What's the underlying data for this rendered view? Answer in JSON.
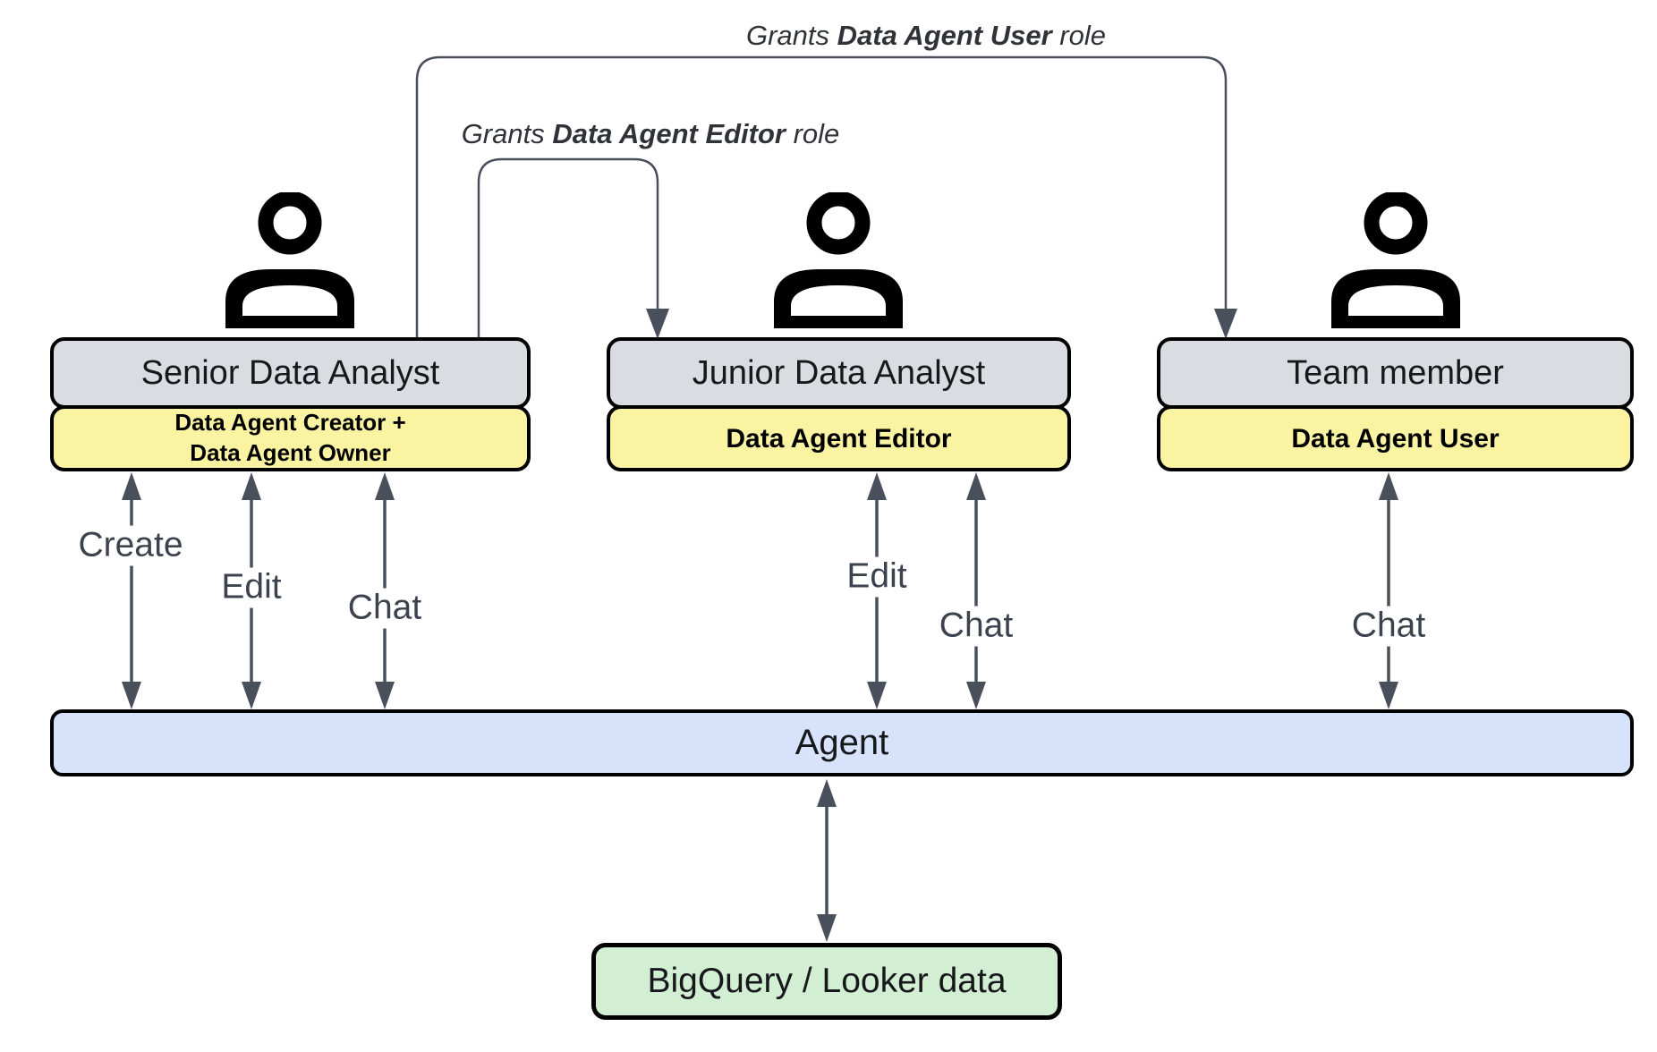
{
  "theme": {
    "bg": "#ffffff",
    "box-border": "#000000",
    "gray-fill": "#d9dce1",
    "yellow-fill": "#f9f3a2",
    "blue-fill": "#d6e3fb",
    "green-fill": "#d3efd3",
    "arrow-color": "#49505c",
    "label-color": "#3d434e",
    "title-color": "#17181b",
    "icon-color": "#000000"
  },
  "grant_labels": {
    "user": {
      "prefix": "Grants ",
      "bold": "Data Agent User",
      "suffix": " role"
    },
    "editor": {
      "prefix": "Grants ",
      "bold": "Data Agent Editor",
      "suffix": " role"
    }
  },
  "actors": [
    {
      "title": "Senior Data Analyst",
      "role_line1": "Data Agent Creator +",
      "role_line2": "Data Agent Owner"
    },
    {
      "title": "Junior Data Analyst",
      "role": "Data Agent Editor"
    },
    {
      "title": "Team member",
      "role": "Data Agent User"
    }
  ],
  "action_labels": {
    "create": "Create",
    "edit": "Edit",
    "chat": "Chat"
  },
  "agent": {
    "label": "Agent"
  },
  "datastore": {
    "label": "BigQuery / Looker data"
  }
}
